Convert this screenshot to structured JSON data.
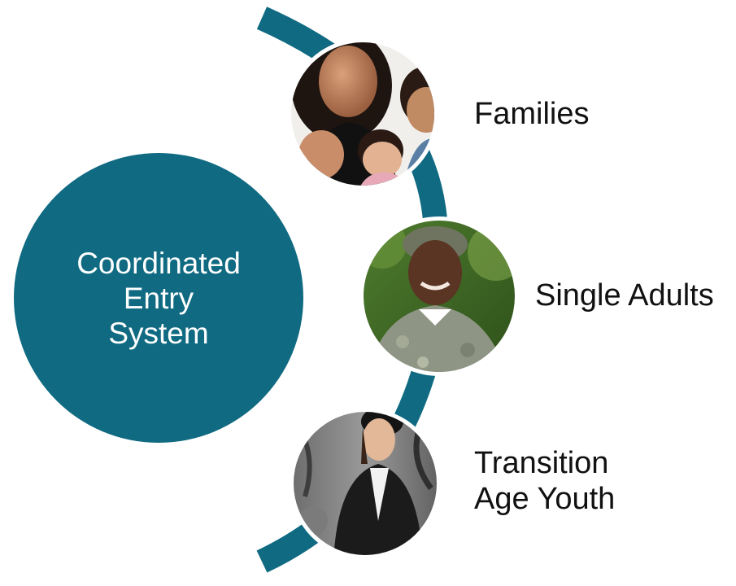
{
  "center": {
    "lines": [
      "Coordinated",
      "Entry",
      "System"
    ]
  },
  "populations": [
    {
      "label_lines": [
        "Families"
      ],
      "photo": "mother-with-children-photo"
    },
    {
      "label_lines": [
        "Single Adults"
      ],
      "photo": "soldier-portrait-photo"
    },
    {
      "label_lines": [
        "Transition",
        "Age Youth"
      ],
      "photo": "young-man-graffiti-photo"
    }
  ],
  "colors": {
    "primary": "#0f6a82",
    "arc": "#0f6a82",
    "text": "#111111",
    "ring": "#ffffff"
  }
}
